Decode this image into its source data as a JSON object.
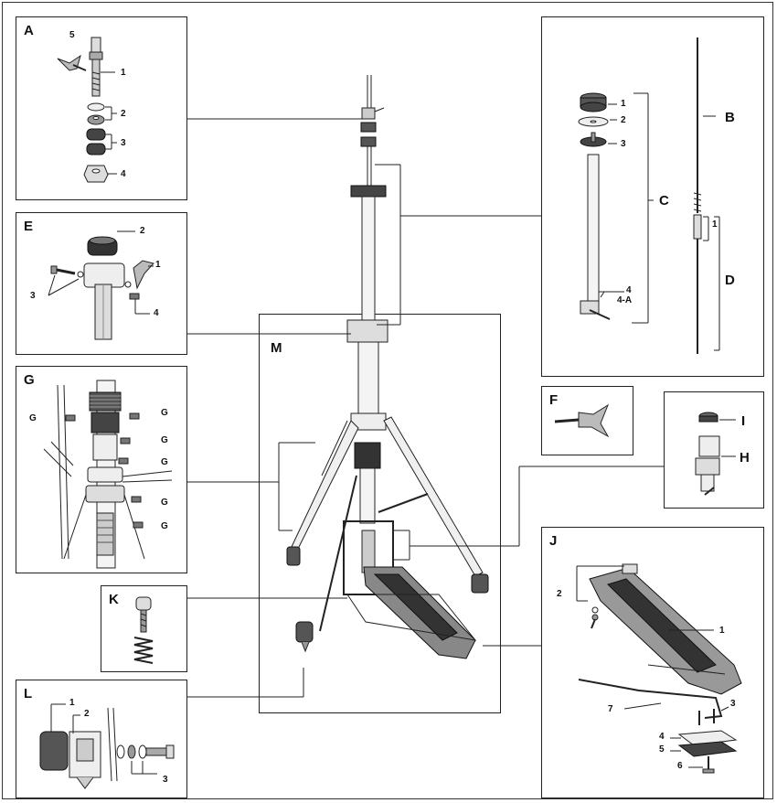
{
  "panels": {
    "A": {
      "letter": "A",
      "labels": [
        "5",
        "1",
        "2",
        "3",
        "4"
      ]
    },
    "E": {
      "letter": "E",
      "labels": [
        "2",
        "1",
        "3",
        "4"
      ]
    },
    "G": {
      "letter": "G",
      "label": "G"
    },
    "K": {
      "letter": "K"
    },
    "L": {
      "letter": "L",
      "labels": [
        "1",
        "2",
        "3"
      ]
    },
    "M": {
      "letter": "M"
    },
    "right": {
      "letters": [
        "B",
        "C",
        "D"
      ],
      "labels": [
        "1",
        "2",
        "3",
        "4",
        "4-A",
        "1"
      ]
    },
    "F": {
      "letter": "F"
    },
    "HI": {
      "letters": [
        "I",
        "H"
      ]
    },
    "J": {
      "letter": "J",
      "labels": [
        "2",
        "1",
        "3",
        "7",
        "4",
        "5",
        "6"
      ]
    }
  }
}
